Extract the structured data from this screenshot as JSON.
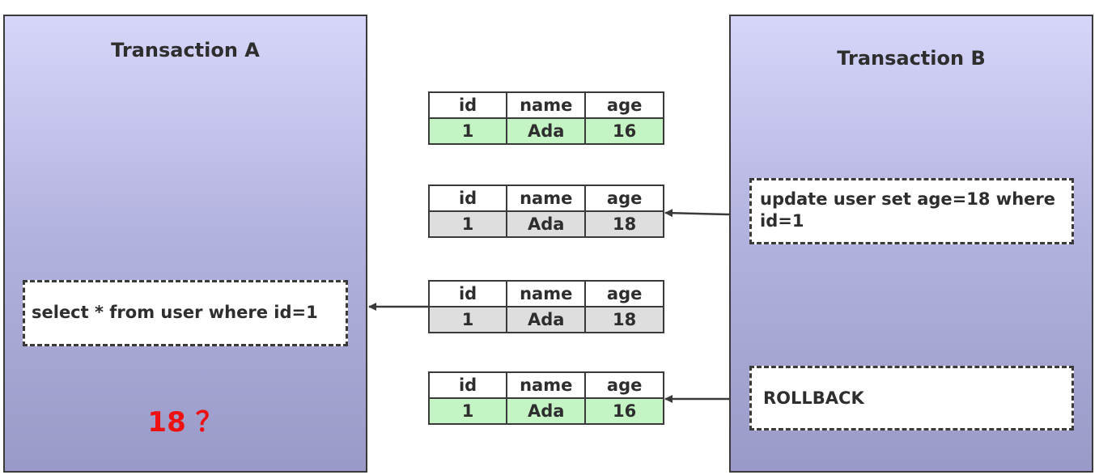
{
  "transaction_a": {
    "title": "Transaction A",
    "query": "select * from user where id=1",
    "result": "18 ？"
  },
  "transaction_b": {
    "title": "Transaction B",
    "update": "update user set age=18 where id=1",
    "rollback": "ROLLBACK"
  },
  "columns": [
    "id",
    "name",
    "age"
  ],
  "tables": [
    {
      "row": [
        "1",
        "Ada",
        "16"
      ],
      "row_color": "#c4f4c4"
    },
    {
      "row": [
        "1",
        "Ada",
        "18"
      ],
      "row_color": "#dedede"
    },
    {
      "row": [
        "1",
        "Ada",
        "18"
      ],
      "row_color": "#dedede"
    },
    {
      "row": [
        "1",
        "Ada",
        "16"
      ],
      "row_color": "#c4f4c4"
    }
  ]
}
